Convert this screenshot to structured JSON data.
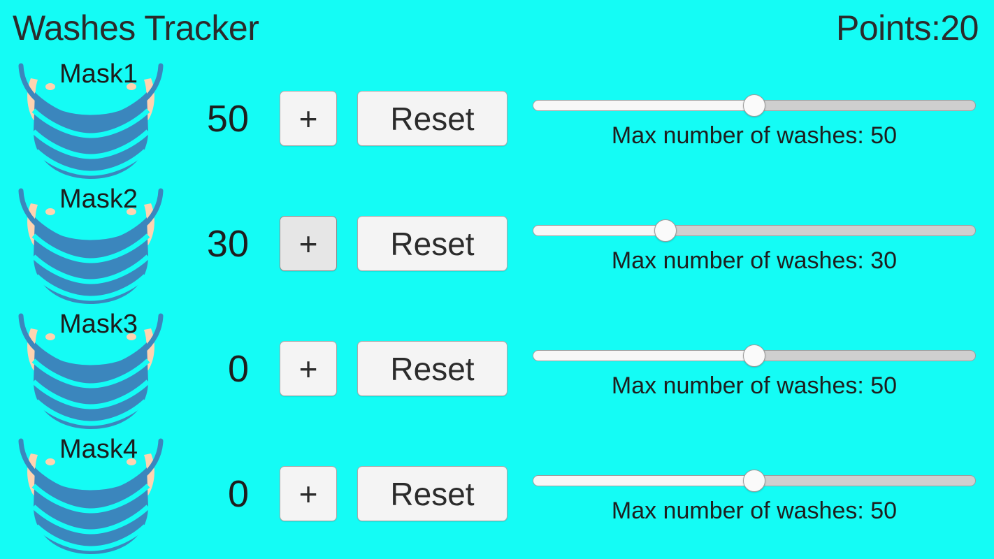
{
  "header": {
    "title": "Washes Tracker",
    "points_label": "Points:20"
  },
  "ui": {
    "plus_label": "+",
    "reset_label": "Reset",
    "slider_caption_prefix": "Max number of washes: ",
    "background_color": "#14fcf5",
    "button_face_color": "#f4f4f4",
    "button_pressed_color": "#e6e6e6",
    "text_color": "#2b2b2b",
    "mask_body_color": "#3b86bd",
    "mask_strap_color": "#ffd3b0",
    "slider_fill_color": "#f7f7f7",
    "slider_empty_color": "#cfcfcf"
  },
  "rows": [
    {
      "mask_label": "Mask1",
      "count": "50",
      "plus_label": "+",
      "reset_label": "Reset",
      "slider_percent": 50,
      "max_washes": "50",
      "slider_caption": "Max number of washes: 50",
      "plus_pressed": false
    },
    {
      "mask_label": "Mask2",
      "count": "30",
      "plus_label": "+",
      "reset_label": "Reset",
      "slider_percent": 30,
      "max_washes": "30",
      "slider_caption": "Max number of washes: 30",
      "plus_pressed": true
    },
    {
      "mask_label": "Mask3",
      "count": "0",
      "plus_label": "+",
      "reset_label": "Reset",
      "slider_percent": 50,
      "max_washes": "50",
      "slider_caption": "Max number of washes: 50",
      "plus_pressed": false
    },
    {
      "mask_label": "Mask4",
      "count": "0",
      "plus_label": "+",
      "reset_label": "Reset",
      "slider_percent": 50,
      "max_washes": "50",
      "slider_caption": "Max number of washes: 50",
      "plus_pressed": false
    }
  ]
}
